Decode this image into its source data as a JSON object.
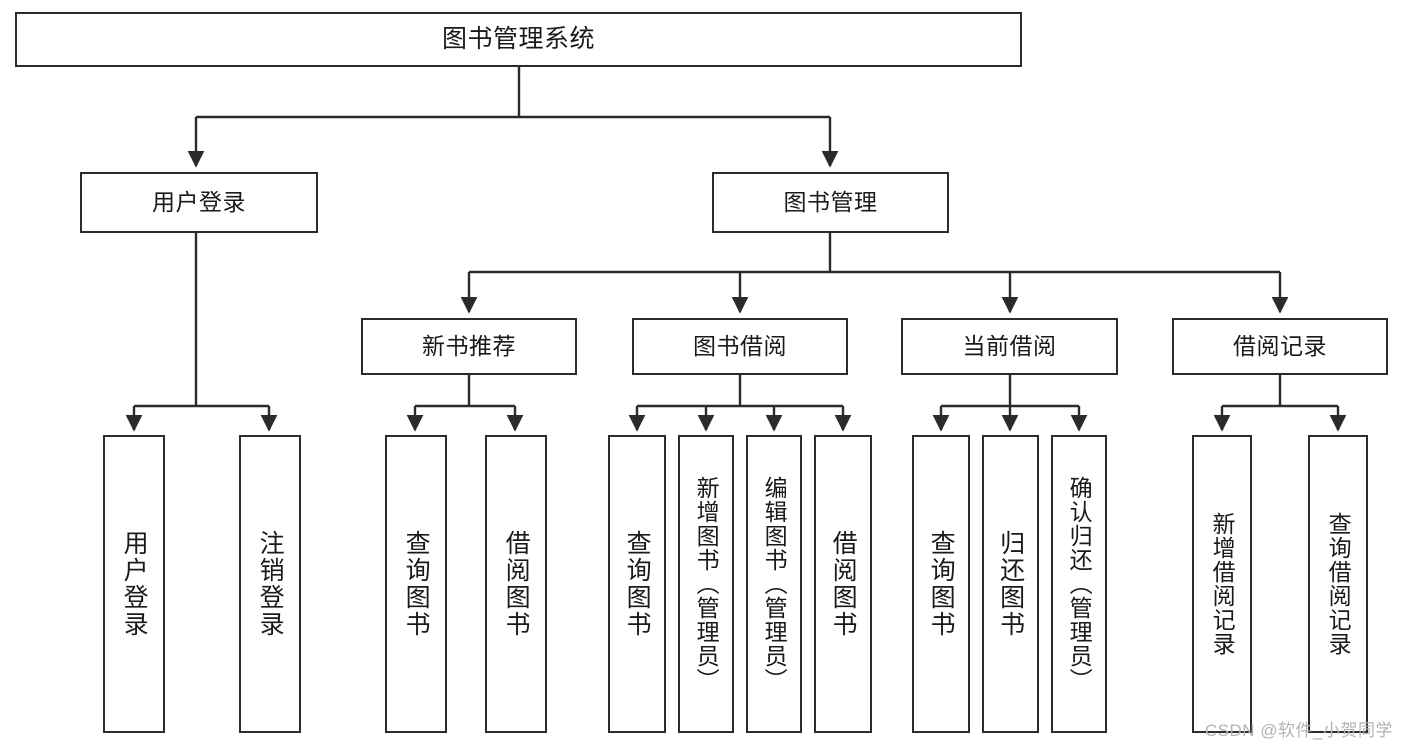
{
  "diagram": {
    "title": "图书管理系统",
    "type": "tree",
    "colors": {
      "stroke": "#2b2b2b",
      "fill": "#ffffff",
      "text": "#1a1a1a",
      "watermark": "#b3b3b3"
    },
    "root": {
      "label": "图书管理系统"
    },
    "level2": [
      {
        "label": "用户登录"
      },
      {
        "label": "图书管理"
      }
    ],
    "level3": [
      {
        "label": "新书推荐"
      },
      {
        "label": "图书借阅"
      },
      {
        "label": "当前借阅"
      },
      {
        "label": "借阅记录"
      }
    ],
    "leaves": {
      "user_login": [
        {
          "label": "用户登录"
        },
        {
          "label": "注销登录"
        }
      ],
      "new_book": [
        {
          "label": "查询图书"
        },
        {
          "label": "借阅图书"
        }
      ],
      "book_borrow": [
        {
          "label": "查询图书"
        },
        {
          "label": "新增图书（管理员）"
        },
        {
          "label": "编辑图书（管理员）"
        },
        {
          "label": "借阅图书"
        }
      ],
      "current_borrow": [
        {
          "label": "查询图书"
        },
        {
          "label": "归还图书"
        },
        {
          "label": "确认归还（管理员）"
        }
      ],
      "borrow_record": [
        {
          "label": "新增借阅记录"
        },
        {
          "label": "查询借阅记录"
        }
      ]
    }
  },
  "watermark": {
    "text": "CSDN @软件_小贺同学"
  }
}
